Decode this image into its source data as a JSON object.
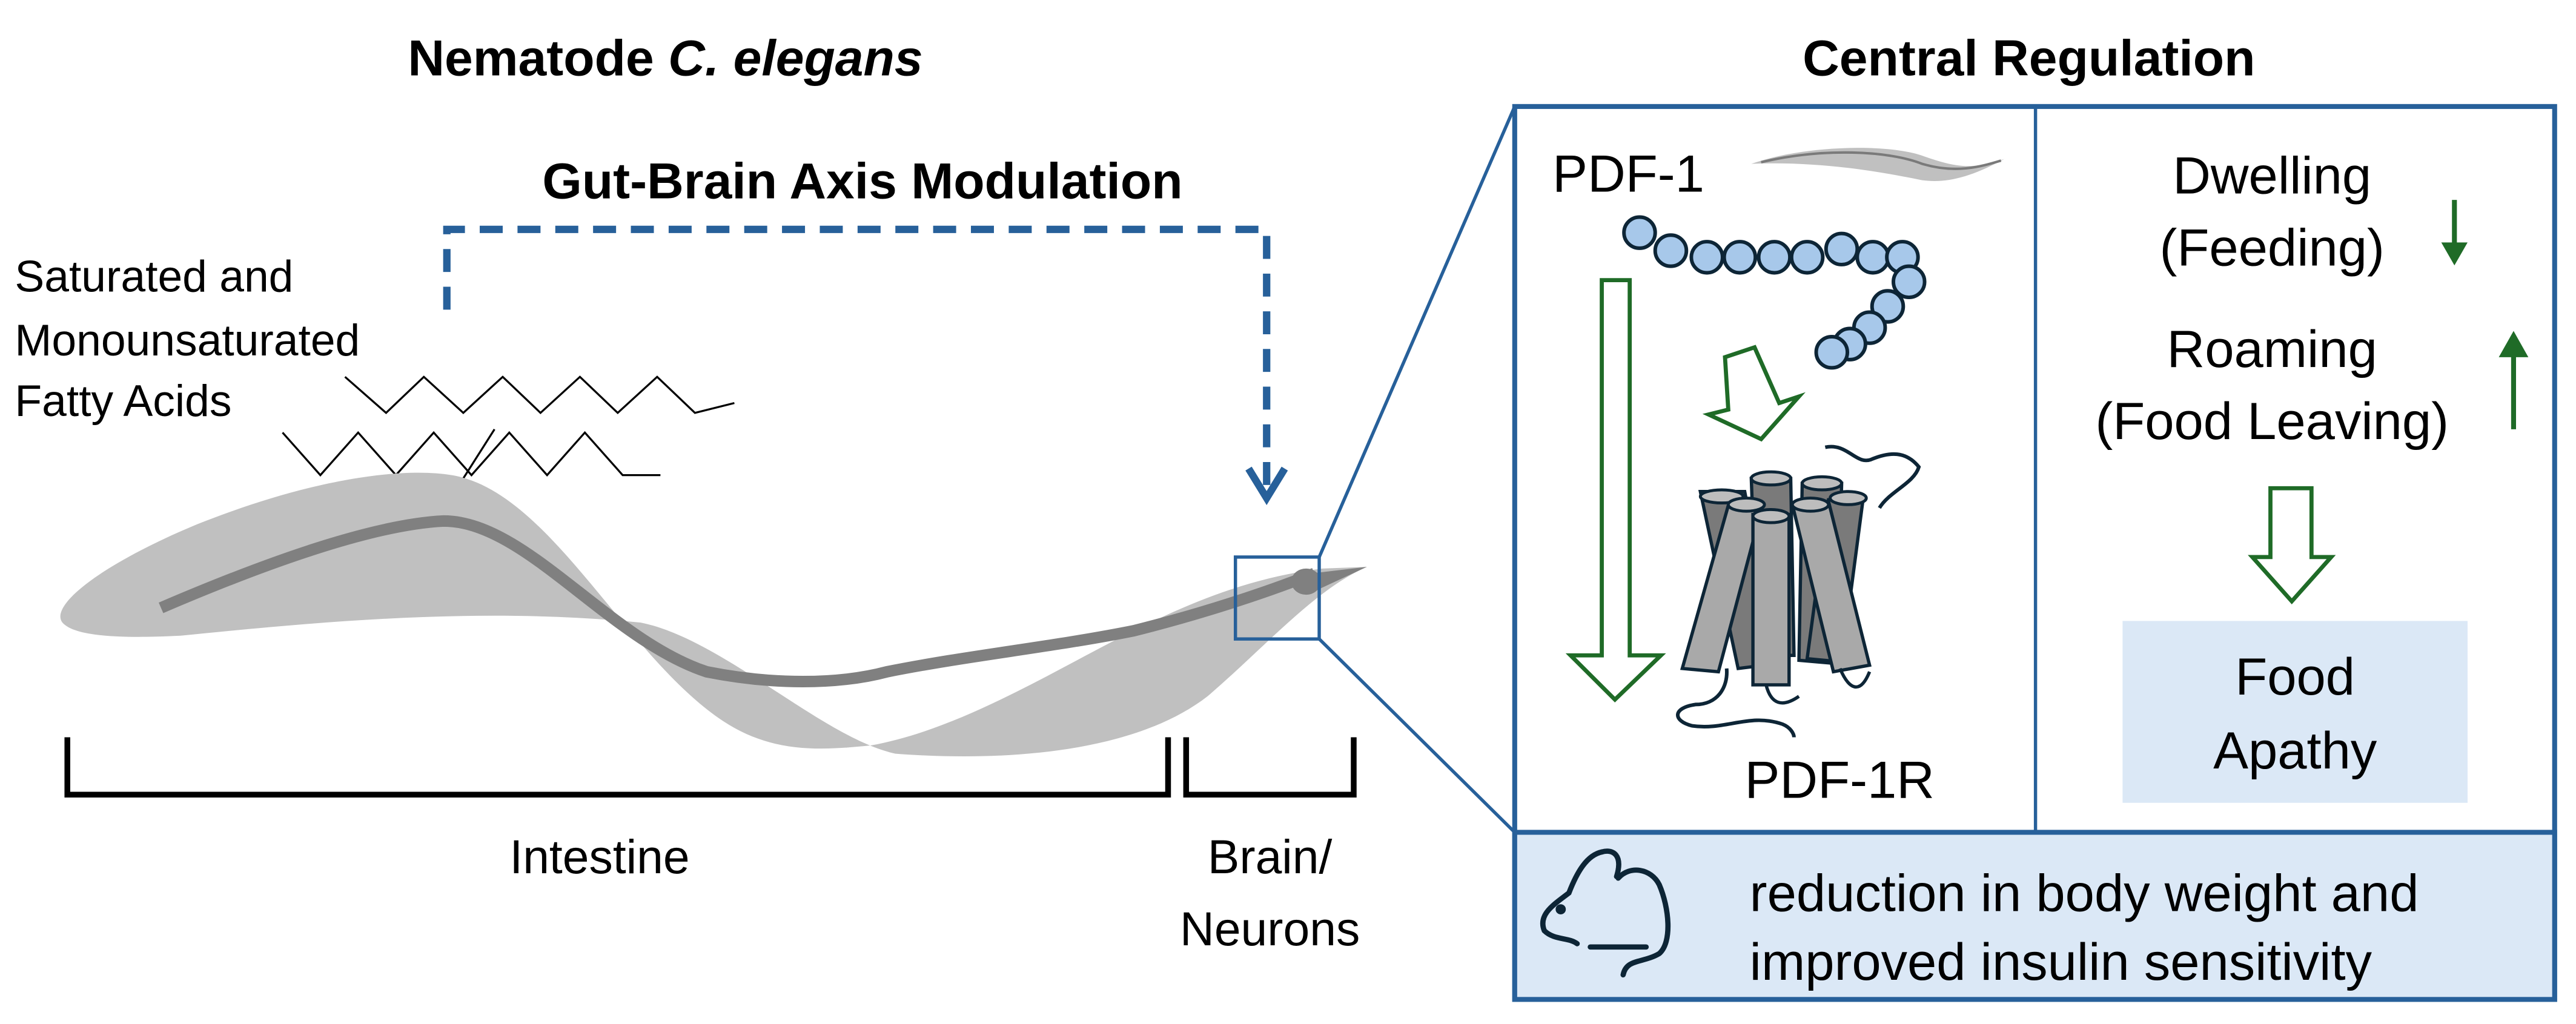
{
  "colors": {
    "frame_blue": "#27609a",
    "arrow_green": "#1f6b27",
    "panel_fill": "#dbe8f6",
    "worm_body": "#c0c0c0",
    "worm_gut": "#808080",
    "peptide_bead": "#a7c8ea",
    "receptor_dark": "#7a7a7a",
    "receptor_light": "#a9a9a9",
    "outline_dark": "#0d2536"
  },
  "left": {
    "title_prefix": "Nematode ",
    "title_species": "C. elegans",
    "axis_title": "Gut-Brain Axis Modulation",
    "fatty_acids_label": [
      "Saturated and",
      "Monounsaturated",
      "Fatty Acids"
    ],
    "region_labels": {
      "intestine": "Intestine",
      "brain_line1": "Brain/",
      "brain_line2": "Neurons"
    }
  },
  "right": {
    "title": "Central Regulation",
    "peptide_label": "PDF-1",
    "receptor_label": "PDF-1R",
    "behaviors": {
      "dwelling": "Dwelling",
      "dwelling_sub": "(Feeding)",
      "dwelling_direction": "down",
      "roaming": "Roaming",
      "roaming_sub": "(Food Leaving)",
      "roaming_direction": "up"
    },
    "outcome_box": [
      "Food",
      "Apathy"
    ],
    "mammal_outcome": [
      "reduction in body weight and",
      "improved insulin sensitivity"
    ]
  },
  "icons": {
    "worm": "worm-icon",
    "peptide": "peptide-chain-icon",
    "receptor": "gpcr-receptor-icon",
    "mouse": "mouse-icon",
    "fatty_acid": "fatty-acid-chain-icon"
  }
}
